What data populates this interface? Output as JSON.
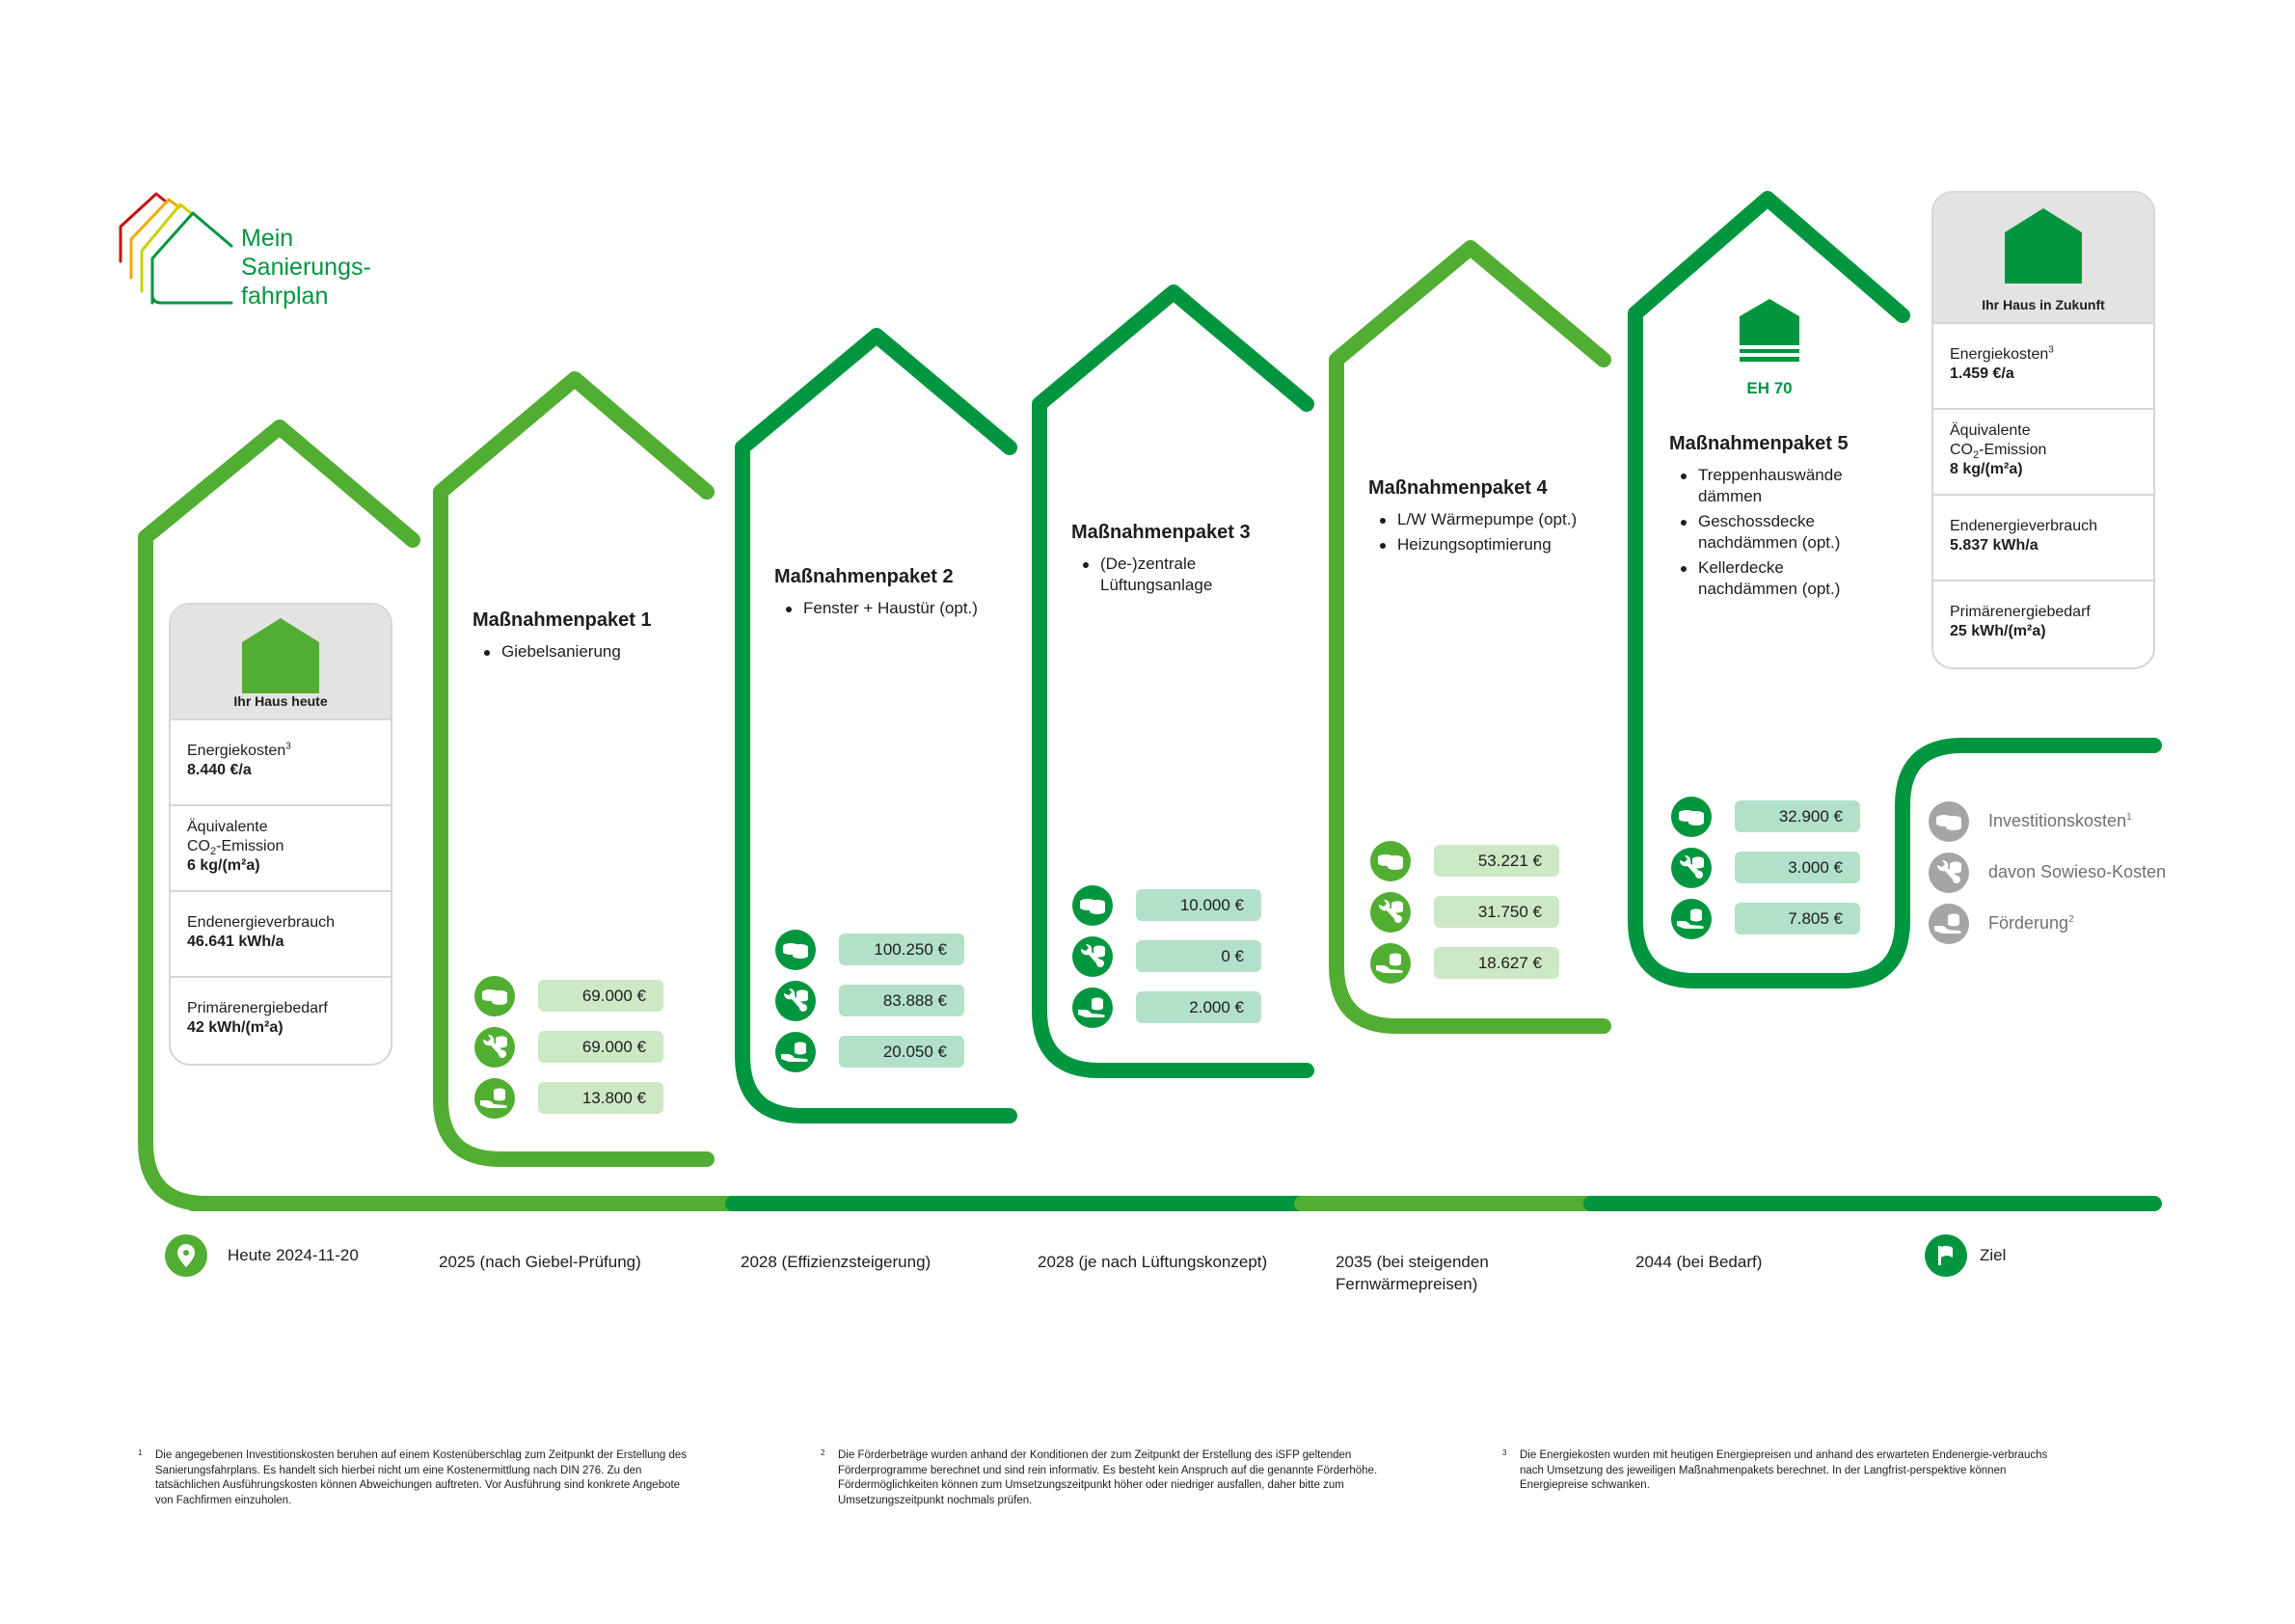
{
  "logo": {
    "line1": "Mein",
    "line2": "Sanierungs-",
    "line3": "fahrplan",
    "colors": [
      "#c0130f",
      "#f7a600",
      "#c8d300",
      "#00963f"
    ]
  },
  "colors": {
    "light_green": "#52ae32",
    "dark_green": "#00963f",
    "light_value_bg": "#cde8c5",
    "dark_value_bg": "#b3e0c9",
    "card_border": "#d6d6d6",
    "card_head_bg": "#e3e3e3",
    "legend_gray": "#a5a5a5"
  },
  "current_house": {
    "title": "Ihr Haus heute",
    "rows": [
      {
        "label": "Energiekosten",
        "sup": "3",
        "value": "8.440 €/a"
      },
      {
        "label1": "Äquivalente",
        "label2_pre": "CO",
        "label2_sub": "2",
        "label2_post": "-Emission",
        "value": "6 kg/(m²a)"
      },
      {
        "label": "Endenergieverbrauch",
        "value": "46.641 kWh/a"
      },
      {
        "label": "Primärenergiebedarf",
        "value": "42 kWh/(m²a)"
      }
    ]
  },
  "future_house": {
    "title": "Ihr Haus in Zukunft",
    "rows": [
      {
        "label": "Energiekosten",
        "sup": "3",
        "value": "1.459 €/a"
      },
      {
        "label1": "Äquivalente",
        "label2_pre": "CO",
        "label2_sub": "2",
        "label2_post": "-Emission",
        "value": "8 kg/(m²a)"
      },
      {
        "label": "Endenergieverbrauch",
        "value": "5.837 kWh/a"
      },
      {
        "label": "Primärenergiebedarf",
        "value": "25 kWh/(m²a)"
      }
    ]
  },
  "packages": [
    {
      "title": "Maßnahmenpaket 1",
      "items": [
        "Giebelsanierung"
      ],
      "color": "light",
      "investment": "69.000 €",
      "sowieso": "69.000 €",
      "funding": "13.800 €",
      "timeline": "2025 (nach Giebel-Prüfung)"
    },
    {
      "title": "Maßnahmenpaket 2",
      "items": [
        "Fenster + Haustür (opt.)"
      ],
      "color": "dark",
      "investment": "100.250 €",
      "sowieso": "83.888 €",
      "funding": "20.050 €",
      "timeline": "2028 (Effizienzsteigerung)"
    },
    {
      "title": "Maßnahmenpaket 3",
      "items": [
        "(De-)zentrale Lüftungsanlage"
      ],
      "color": "dark",
      "investment": "10.000 €",
      "sowieso": "0 €",
      "funding": "2.000 €",
      "timeline": "2028 (je nach Lüftungskonzept)"
    },
    {
      "title": "Maßnahmenpaket 4",
      "items": [
        "L/W Wärmepumpe (opt.)",
        "Heizungsoptimierung"
      ],
      "color": "light",
      "investment": "53.221 €",
      "sowieso": "31.750 €",
      "funding": "18.627 €",
      "timeline_line1": "2035 (bei steigenden",
      "timeline_line2": "Fernwärmepreisen)"
    },
    {
      "title": "Maßnahmenpaket 5",
      "items": [
        "Treppenhauswände dämmen",
        "Geschossdecke nachdämmen (opt.)",
        "Kellerdecke nachdämmen (opt.)"
      ],
      "color": "dark",
      "investment": "32.900 €",
      "sowieso": "3.000 €",
      "funding": "7.805 €",
      "timeline": "2044 (bei Bedarf)",
      "efficiency_badge": "EH 70"
    }
  ],
  "legend": {
    "investment": "Investitionskosten",
    "investment_sup": "1",
    "sowieso": "davon Sowieso-Kosten",
    "funding": "Förderung",
    "funding_sup": "2"
  },
  "timeline": {
    "start_label": "Heute 2024-11-20",
    "start_icon": "location-pin-icon",
    "goal_label": "Ziel",
    "goal_icon": "flag-icon"
  },
  "footnotes": [
    {
      "num": "1",
      "text": "Die angegebenen Investitionskosten beruhen auf einem Kostenüberschlag zum Zeitpunkt der Erstellung des Sanierungsfahrplans. Es handelt sich hierbei nicht um eine Kostenermittlung nach DIN 276. Zu den tatsächlichen Ausführungskosten können Abweichungen auftreten. Vor Ausführung sind konkrete Angebote von Fachfirmen einzuholen."
    },
    {
      "num": "2",
      "text": "Die Förderbeträge wurden anhand der Konditionen der zum Zeitpunkt der Erstellung des iSFP geltenden Förderprogramme berechnet und sind rein informativ. Es besteht kein Anspruch auf die genannte Förderhöhe. Fördermöglichkeiten können zum Umsetzungszeitpunkt höher oder niedriger ausfallen, daher bitte zum Umsetzungszeitpunkt nochmals prüfen."
    },
    {
      "num": "3",
      "text": "Die Energiekosten wurden mit heutigen Energiepreisen und anhand des erwarteten Endenergie-verbrauchs nach Umsetzung des jeweiligen Maßnahmenpakets berechnet. In der Langfrist-perspektive können Energiepreise schwanken."
    }
  ]
}
